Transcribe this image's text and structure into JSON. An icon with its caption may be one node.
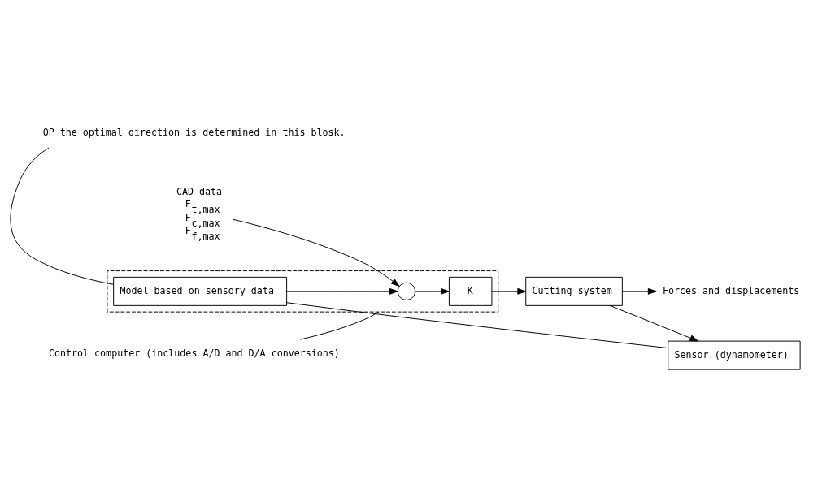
{
  "diagram": {
    "nodes": [
      {
        "text": [],
        "shape": "box"
      },
      {
        "text": [
          "CAD data",
          "F$_{t,max}$",
          "F$_{c,max}$",
          "F$_{f,max}$"
        ]
      },
      {
        "text": [],
        "shape": "circle",
        "in": 0
      },
      {
        "text": [
          "K"
        ],
        "in": 0
      },
      {
        "text": [
          "Cutting system"
        ]
      },
      {
        "text": [
          "Forces and displacements"
        ]
      },
      {
        "text": [
          "Sensor (dynamometer)"
        ]
      },
      {
        "text": [
          "Model based on sensory data"
        ],
        "in": 0
      },
      {
        "text": [
          "OP the optimal direction is determined in this blosk."
        ]
      },
      {
        "text": [
          "Control computer (includes A/D and D/A conversions)"
        ]
      }
    ],
    "edges": [
      {
        "from": 1,
        "to": 2,
        "arrow": "to"
      },
      {
        "from": 2,
        "to": 3,
        "arrow": "to"
      },
      {
        "from": 3,
        "to": 4,
        "arrow": "to"
      },
      {
        "from": 4,
        "to": 5,
        "arrow": "to"
      },
      {
        "from": 4,
        "to": 6,
        "arrow": "to"
      },
      {
        "from": 6,
        "to": 7,
        "arrow": "none"
      },
      {
        "from": 7,
        "to": 2,
        "arrow": "to"
      },
      {
        "from": 8,
        "to": 7,
        "arrow": "none"
      },
      {
        "from": 9,
        "to": 0,
        "arrow": "none"
      }
    ]
  }
}
